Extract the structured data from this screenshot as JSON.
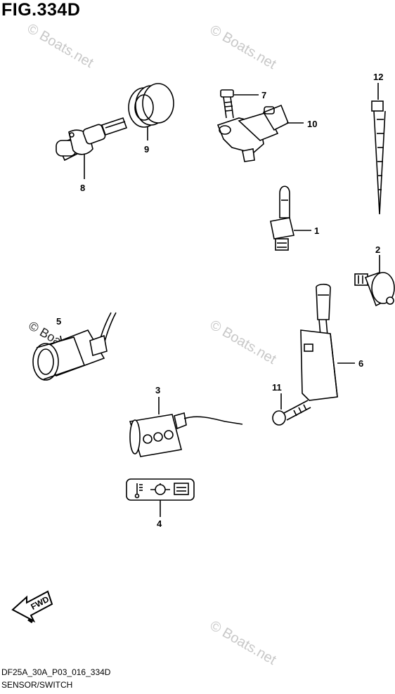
{
  "figure": {
    "title": "FIG.334D",
    "code": "DF25A_30A_P03_016_334D",
    "subtitle": "SENSOR/SWITCH"
  },
  "watermark": "© Boats.net",
  "callouts": [
    "1",
    "2",
    "3",
    "4",
    "5",
    "6",
    "7",
    "8",
    "9",
    "10",
    "11",
    "12"
  ],
  "fwd_label": "FWD",
  "colors": {
    "line": "#000000",
    "watermark": "#c8c8c8"
  },
  "icons": [
    "thermometer-icon",
    "oil-can-icon",
    "engine-check-icon"
  ]
}
